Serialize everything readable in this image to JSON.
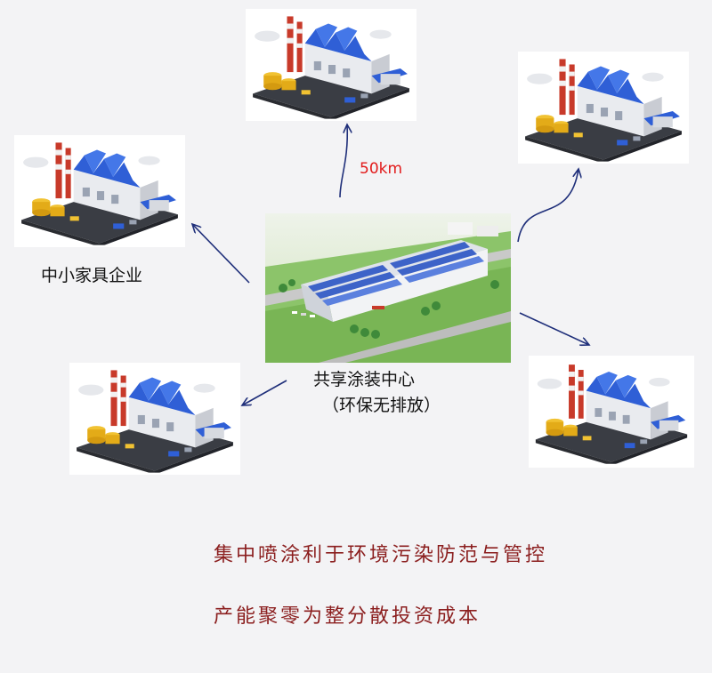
{
  "labels": {
    "sme_enterprise": "中小家具企业",
    "center_title": "共享涂装中心",
    "center_subtitle": "（环保无排放）",
    "distance": "50km"
  },
  "captions": {
    "line1": "集中喷涂利于环境污染防范与管控",
    "line2": "产能聚零为整分散投资成本"
  },
  "colors": {
    "arrow": "#1f2f7a",
    "distance_text": "#e21a1a",
    "caption_text": "#8b1e1e",
    "roof_blue": "#2f5fd6",
    "chimney_red": "#c83a2a"
  }
}
